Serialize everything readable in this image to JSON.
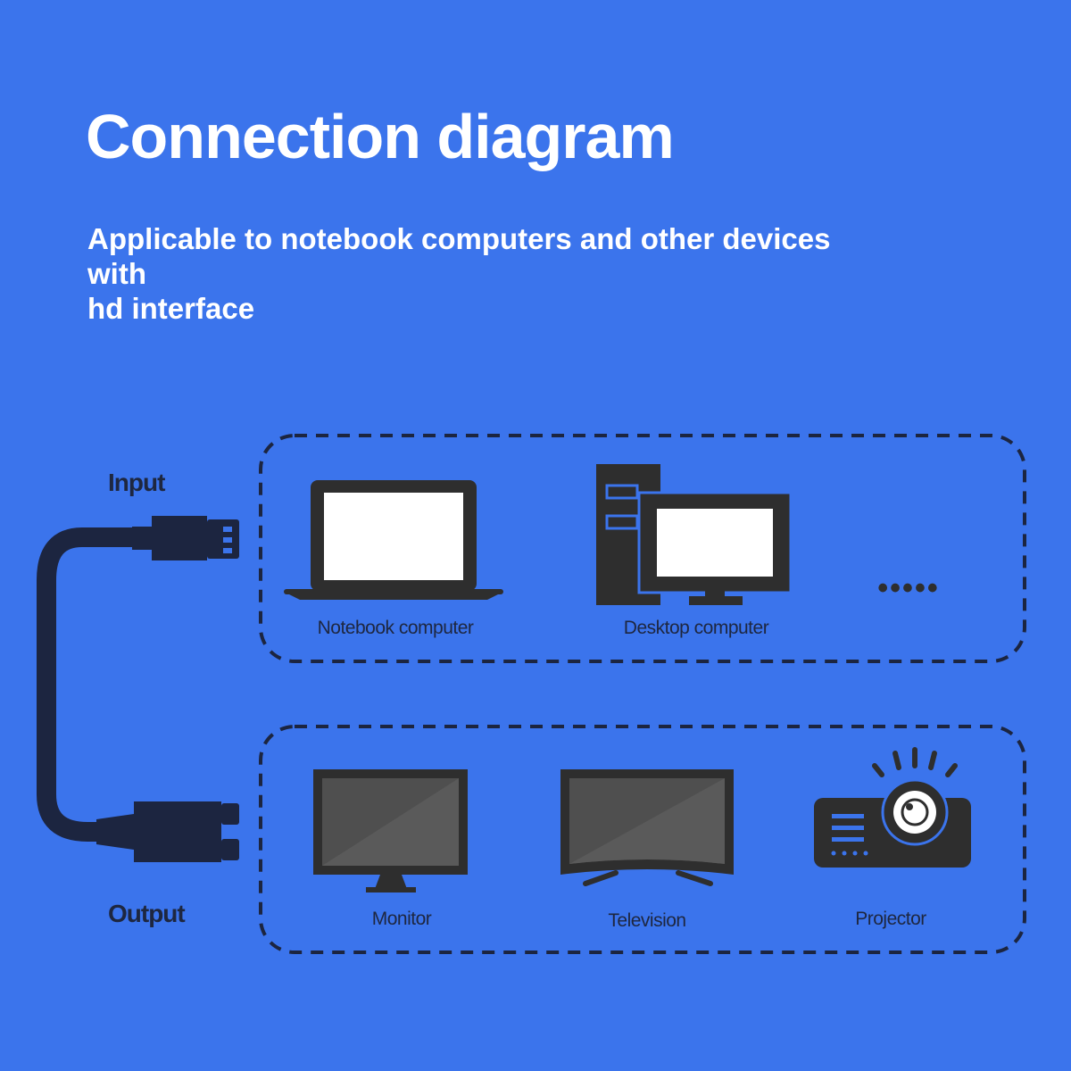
{
  "header": {
    "title": "Connection diagram",
    "subtitle_line1": "Applicable to notebook computers and other devices with",
    "subtitle_line2": "hd interface"
  },
  "cable": {
    "input_label": "Input",
    "output_label": "Output"
  },
  "input_devices": {
    "notebook_label": "Notebook computer",
    "desktop_label": "Desktop computer",
    "more_indicator": "•••••"
  },
  "output_devices": {
    "monitor_label": "Monitor",
    "television_label": "Television",
    "projector_label": "Projector"
  },
  "colors": {
    "background": "#3b74ec",
    "device_dark": "#2e2e2e",
    "screen_white": "#ffffff",
    "cable": "#1c2540"
  },
  "icons": [
    "hdmi-input-connector-icon",
    "dual-output-connector-icon",
    "laptop-icon",
    "desktop-computer-icon",
    "monitor-icon",
    "television-icon",
    "projector-icon"
  ]
}
